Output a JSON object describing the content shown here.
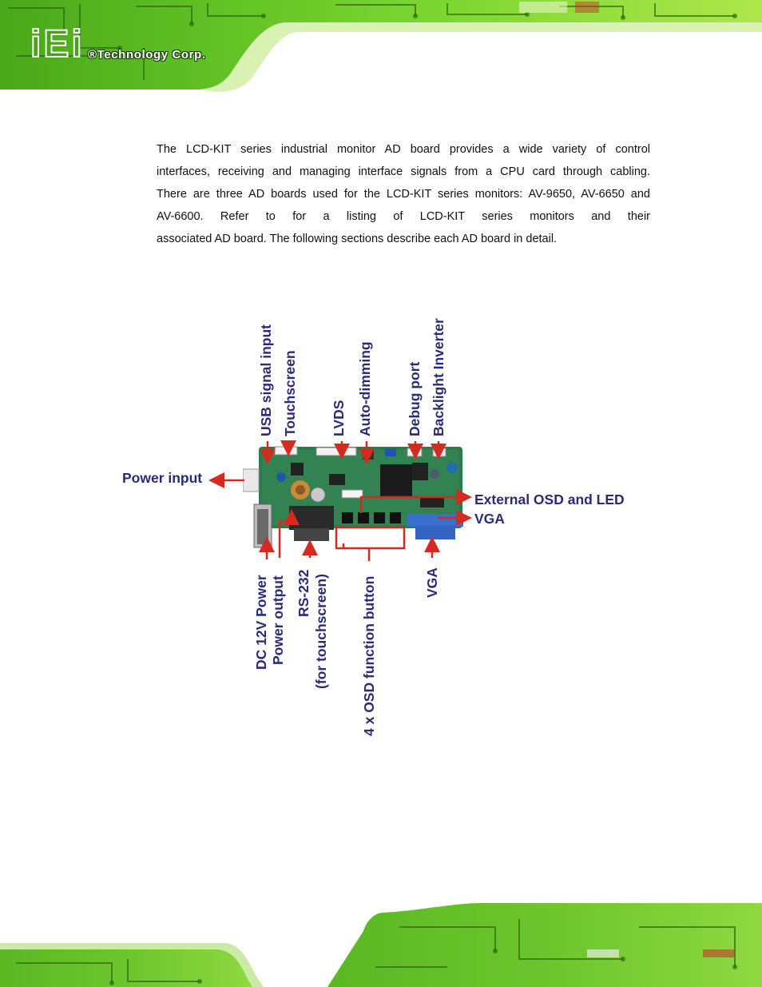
{
  "header": {
    "logo_mark": [
      "i",
      "E",
      "i"
    ],
    "company": "®Technology Corp."
  },
  "paragraph": {
    "lines": [
      "The LCD-KIT series industrial monitor AD board provides a wide variety of control",
      "interfaces, receiving and managing interface signals from a CPU card through cabling.",
      "There are three AD boards used for the LCD-KIT series monitors: AV-9650, AV-6650 and",
      "AV-6600. Refer to                         for a listing of LCD-KIT series monitors and their",
      "associated AD board. The following sections describe each AD board in detail."
    ]
  },
  "figure": {
    "labels": {
      "usb": "USB signal input",
      "touchscreen": "Touchscreen",
      "lvds": "LVDS",
      "auto_dimming": "Auto-dimming",
      "debug_port": "Debug port",
      "backlight_inverter": "Backlight Inverter",
      "power_input": "Power input",
      "external_osd": "External OSD and LED",
      "vga_right": "VGA",
      "dc12v": "DC 12V Power",
      "power_output": "Power output",
      "rs232": "RS-232",
      "rs232_sub": "(for touchscreen)",
      "osd_buttons": "4 x OSD function button",
      "vga_bottom": "VGA"
    },
    "colors": {
      "label": "#2a2a7a",
      "arrow": "#d42a20",
      "pcb": "#2d7a4a",
      "vga_connector": "#3a6fd0"
    }
  }
}
